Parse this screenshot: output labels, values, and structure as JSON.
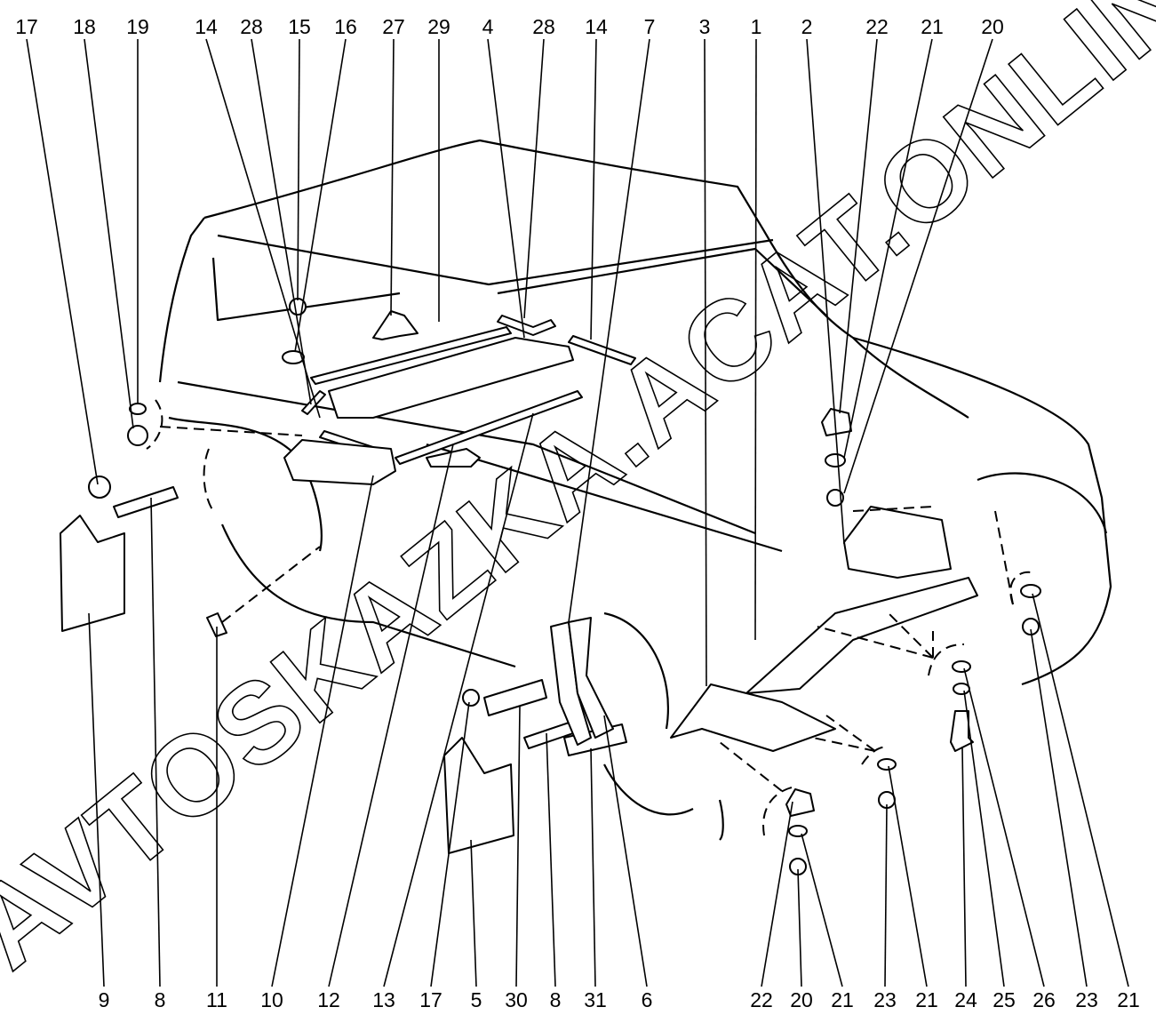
{
  "diagram": {
    "top_callouts": [
      "17",
      "18",
      "19",
      "14",
      "28",
      "15",
      "16",
      "27",
      "29",
      "4",
      "28",
      "14",
      "7",
      "3",
      "1",
      "2",
      "22",
      "21",
      "20"
    ],
    "bottom_callouts": [
      "9",
      "8",
      "11",
      "10",
      "12",
      "13",
      "17",
      "5",
      "30",
      "8",
      "31",
      "6",
      "22",
      "20",
      "21",
      "23",
      "21",
      "24",
      "25",
      "26",
      "23",
      "21"
    ]
  },
  "watermark": "AVTOSKAZKA.ACAT.ONLINE"
}
